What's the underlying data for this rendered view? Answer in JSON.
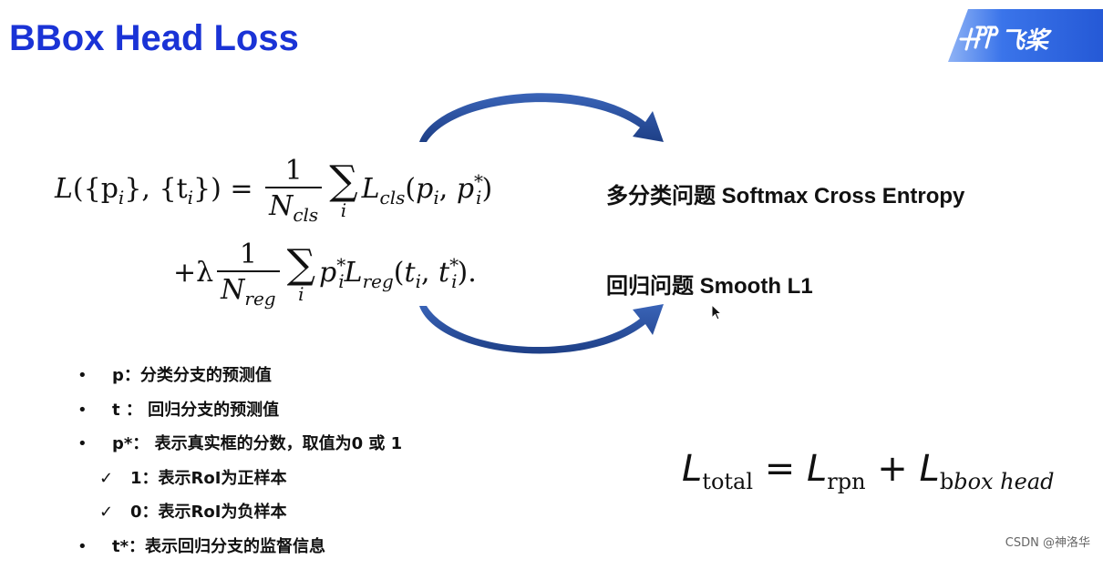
{
  "title": "BBox Head Loss",
  "logo": {
    "text": "飞桨"
  },
  "formula": {
    "line1": {
      "lhs_L": "L",
      "lhs_args": "({p",
      "lhs_i1": "i",
      "lhs_mid": "}, {t",
      "lhs_i2": "i",
      "lhs_close": "}) =",
      "frac_num": "1",
      "frac_den_N": "N",
      "frac_den_sub": "cls",
      "sum_symbol": "∑",
      "sum_index": "i",
      "term_L": "L",
      "term_sub": "cls",
      "term_args": "(p",
      "term_i1": "i",
      "term_comma": ", p",
      "term_sup": "*",
      "term_i2": "i",
      "term_close": ")"
    },
    "line2": {
      "plus_lambda": "+λ",
      "frac_num": "1",
      "frac_den_N": "N",
      "frac_den_sub": "reg",
      "sum_symbol": "∑",
      "sum_index": "i",
      "p": "p",
      "p_sup": "*",
      "p_sub": "i",
      "term_L": "L",
      "term_sub": "reg",
      "term_args": "(t",
      "term_i1": "i",
      "term_comma": ", t",
      "term_sup": "*",
      "term_i2": "i",
      "term_close": ")."
    }
  },
  "labels": {
    "classification": "多分类问题  Softmax Cross Entropy",
    "regression": "回归问题  Smooth L1"
  },
  "bullets": [
    {
      "mark": "•",
      "text": "p：分类分支的预测值",
      "sub": false
    },
    {
      "mark": "•",
      "text": "t ： 回归分支的预测值",
      "sub": false
    },
    {
      "mark": "•",
      "text": "p*： 表示真实框的分数，取值为0 或 1",
      "sub": false
    },
    {
      "mark": "✓",
      "text": "1：表示RoI为正样本",
      "sub": true
    },
    {
      "mark": "✓",
      "text": "0：表示RoI为负样本",
      "sub": true
    },
    {
      "mark": "•",
      "text": "t*：表示回归分支的监督信息",
      "sub": false
    }
  ],
  "total_loss": {
    "L1": "L",
    "sub_total": "total",
    "eq": " = ",
    "L2": "L",
    "sub_rpn": "rpn",
    "plus": " + ",
    "L3": "L",
    "sub_bbox_upright": "b",
    "sub_bbox_italic": "box head"
  },
  "watermark": "CSDN @神洛华",
  "colors": {
    "title": "#1a33d6",
    "arrow": "#2a4f9e",
    "logo": "#2b62e0"
  }
}
